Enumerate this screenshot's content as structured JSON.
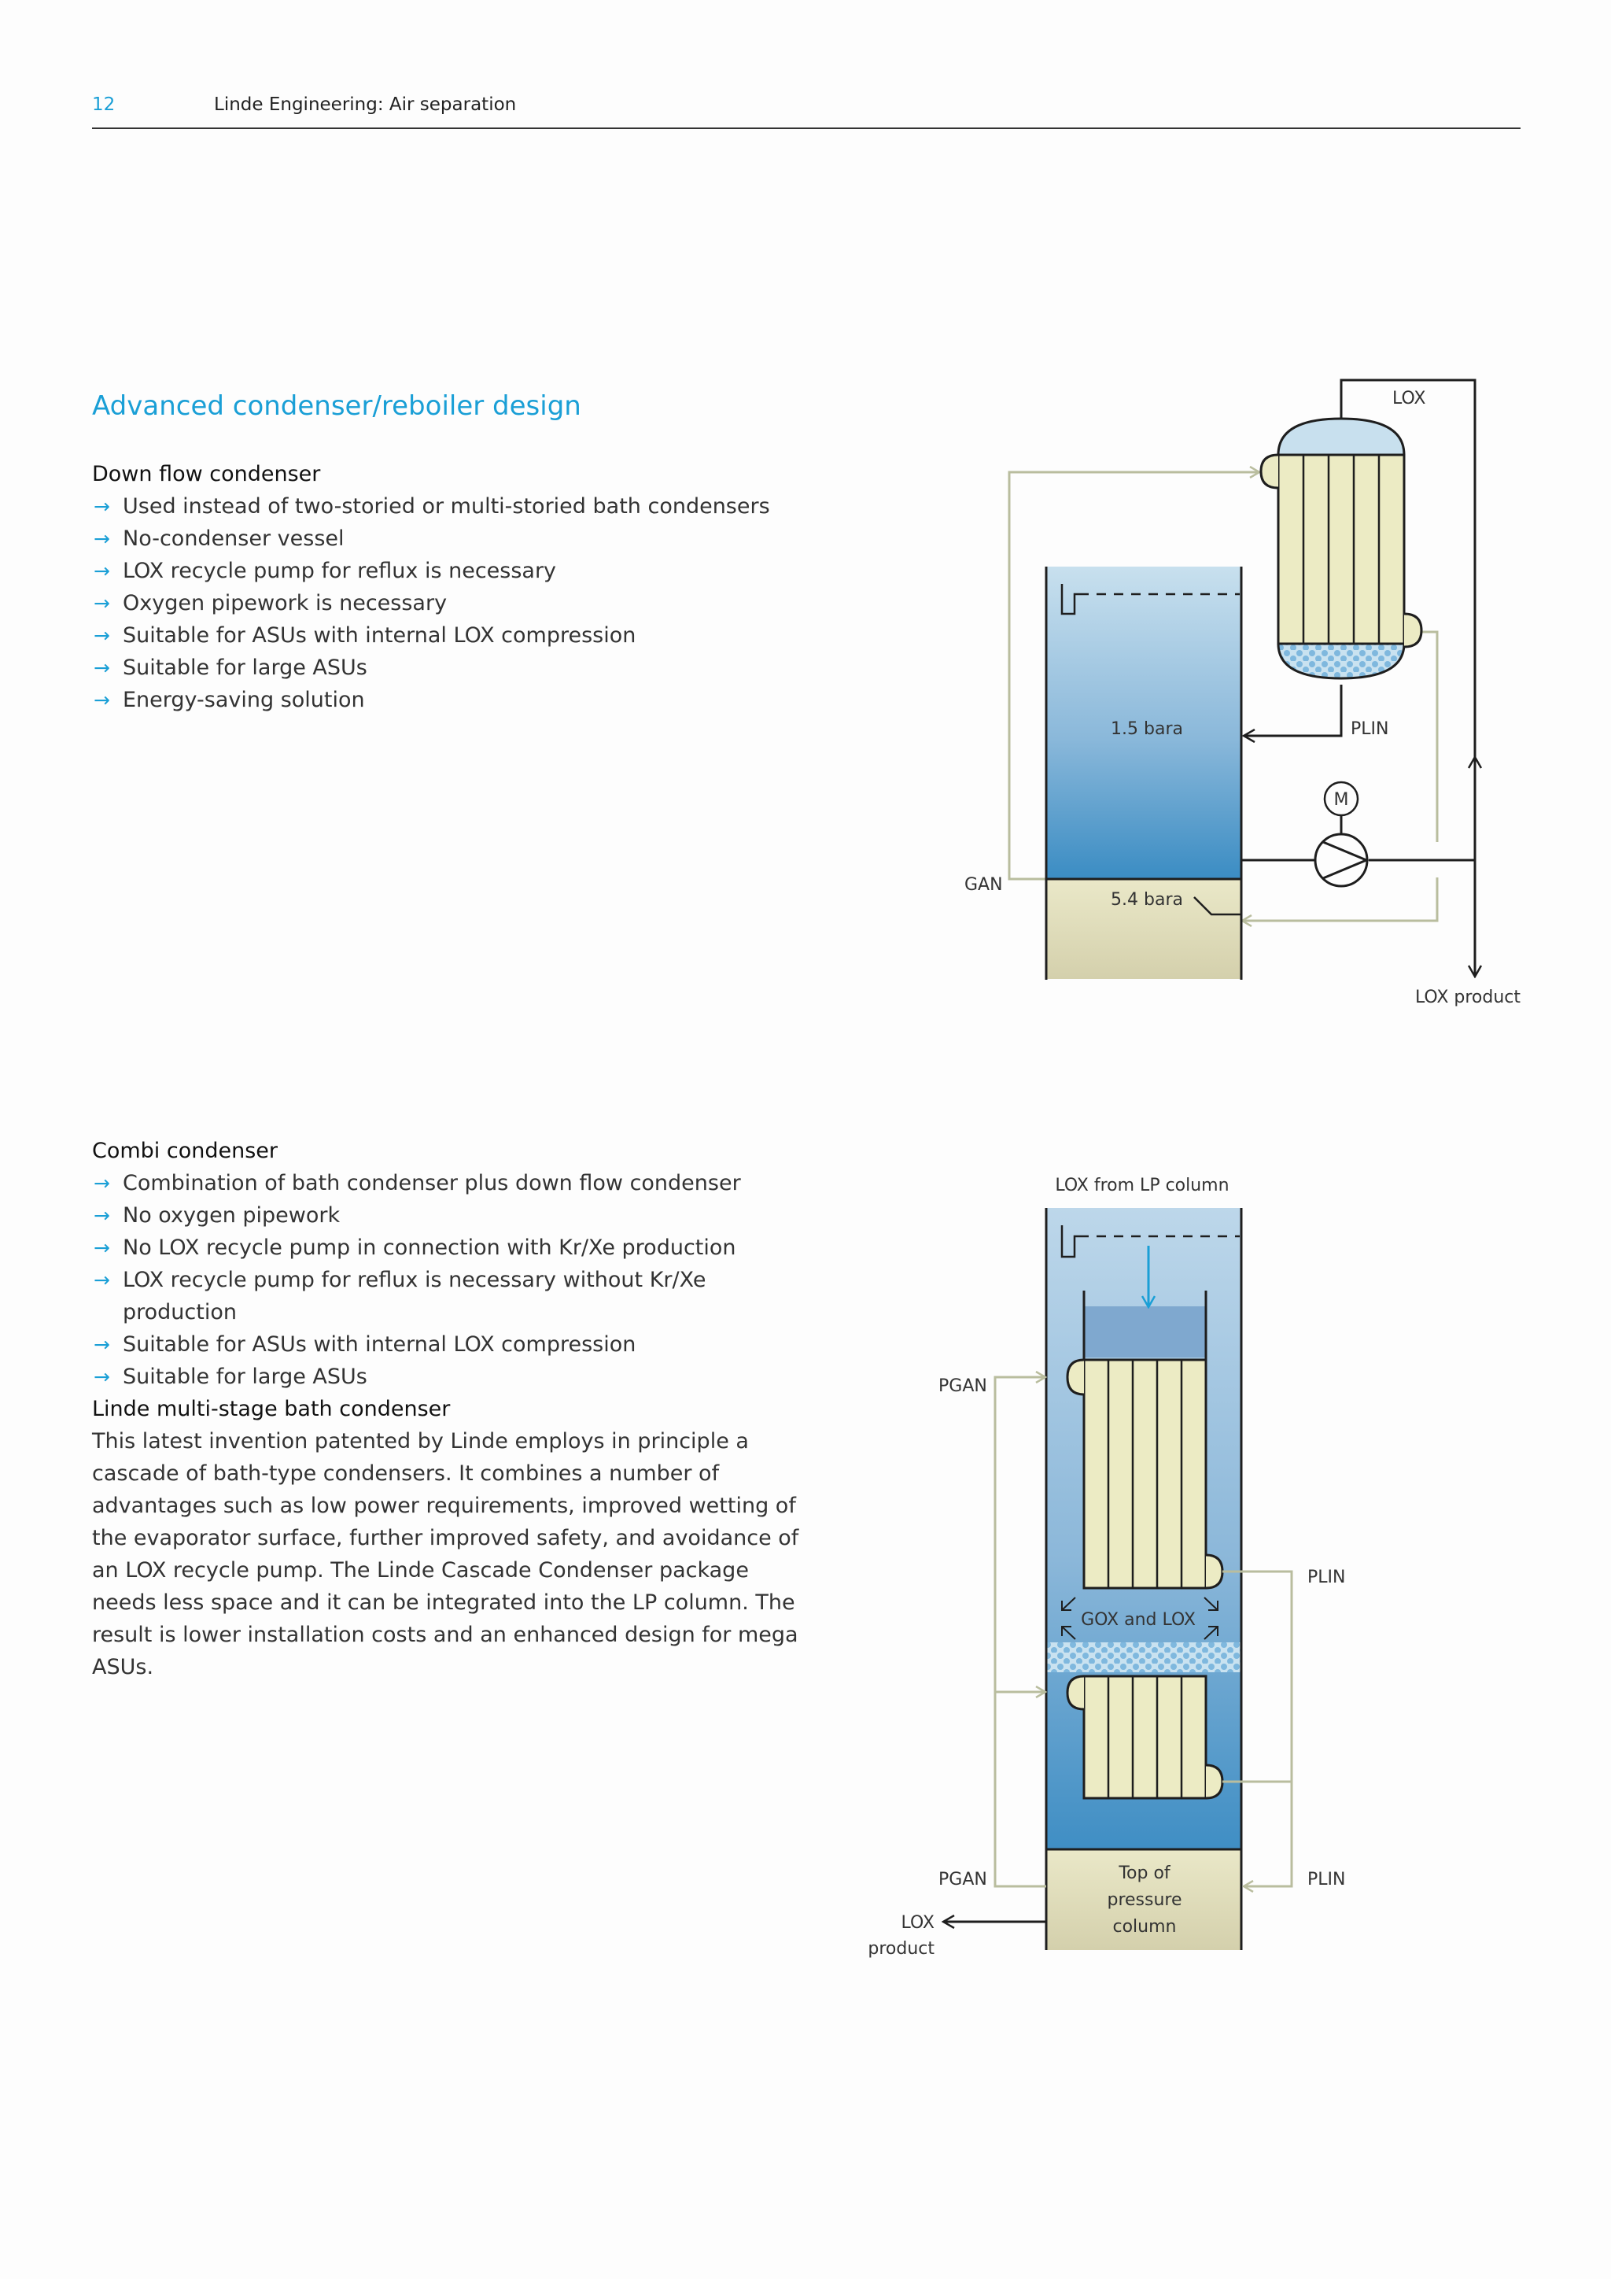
{
  "header": {
    "page_number": "12",
    "title": "Linde Engineering: Air separation"
  },
  "section_title": "Advanced condenser/reboiler design",
  "down_flow": {
    "heading": "Down flow condenser",
    "items": [
      "Used instead of two-storied or multi-storied bath condensers",
      "No-condenser vessel",
      "LOX recycle pump for reflux is necessary",
      "Oxygen pipework is necessary",
      "Suitable for ASUs with internal LOX compression",
      "Suitable for large ASUs",
      "Energy-saving solution"
    ]
  },
  "combi": {
    "heading": "Combi condenser",
    "items": [
      "Combination of bath condenser plus down flow condenser",
      "No oxygen pipework",
      "No LOX recycle pump in connection with Kr/Xe production",
      "LOX recycle pump for reflux is necessary without Kr/Xe production",
      "Suitable for ASUs with internal LOX compression",
      "Suitable for large ASUs"
    ]
  },
  "multistage": {
    "heading": "Linde multi-stage bath condenser",
    "body": "This latest invention patented by Linde employs in principle a cascade of bath-type condensers. It combines a number of advantages such as low power requirements, improved wetting of the evaporator surface, further improved safety, and avoidance of an LOX recycle pump. The Linde Cascade Condenser package needs less space and it can be integrated into the LP column. The result is lower installation costs and an enhanced design for mega ASUs."
  },
  "diagram1": {
    "labels": {
      "lox": "LOX",
      "bara_top": "1.5 bara",
      "bara_bottom": "5.4 bara",
      "plin": "PLIN",
      "motor": "M",
      "gan": "GAN",
      "lox_product": "LOX product"
    }
  },
  "diagram2": {
    "labels": {
      "lox_from_lp": "LOX from LP column",
      "pgan_top": "PGAN",
      "plin_top": "PLIN",
      "gox_lox": "GOX and LOX",
      "pgan_bottom": "PGAN",
      "plin_bottom": "PLIN",
      "lox_line1": "LOX",
      "product_line2": "product",
      "top_of": "Top of",
      "pressure": "pressure",
      "column": "column"
    }
  },
  "colors": {
    "accent": "#1a9fd6",
    "pipe_olive": "#b9bd9e",
    "exchanger_fill": "#ecebc4",
    "column_light": "#c3dcec",
    "column_dark": "#3f8fc4",
    "bottom_fill": "#dfdcba"
  }
}
